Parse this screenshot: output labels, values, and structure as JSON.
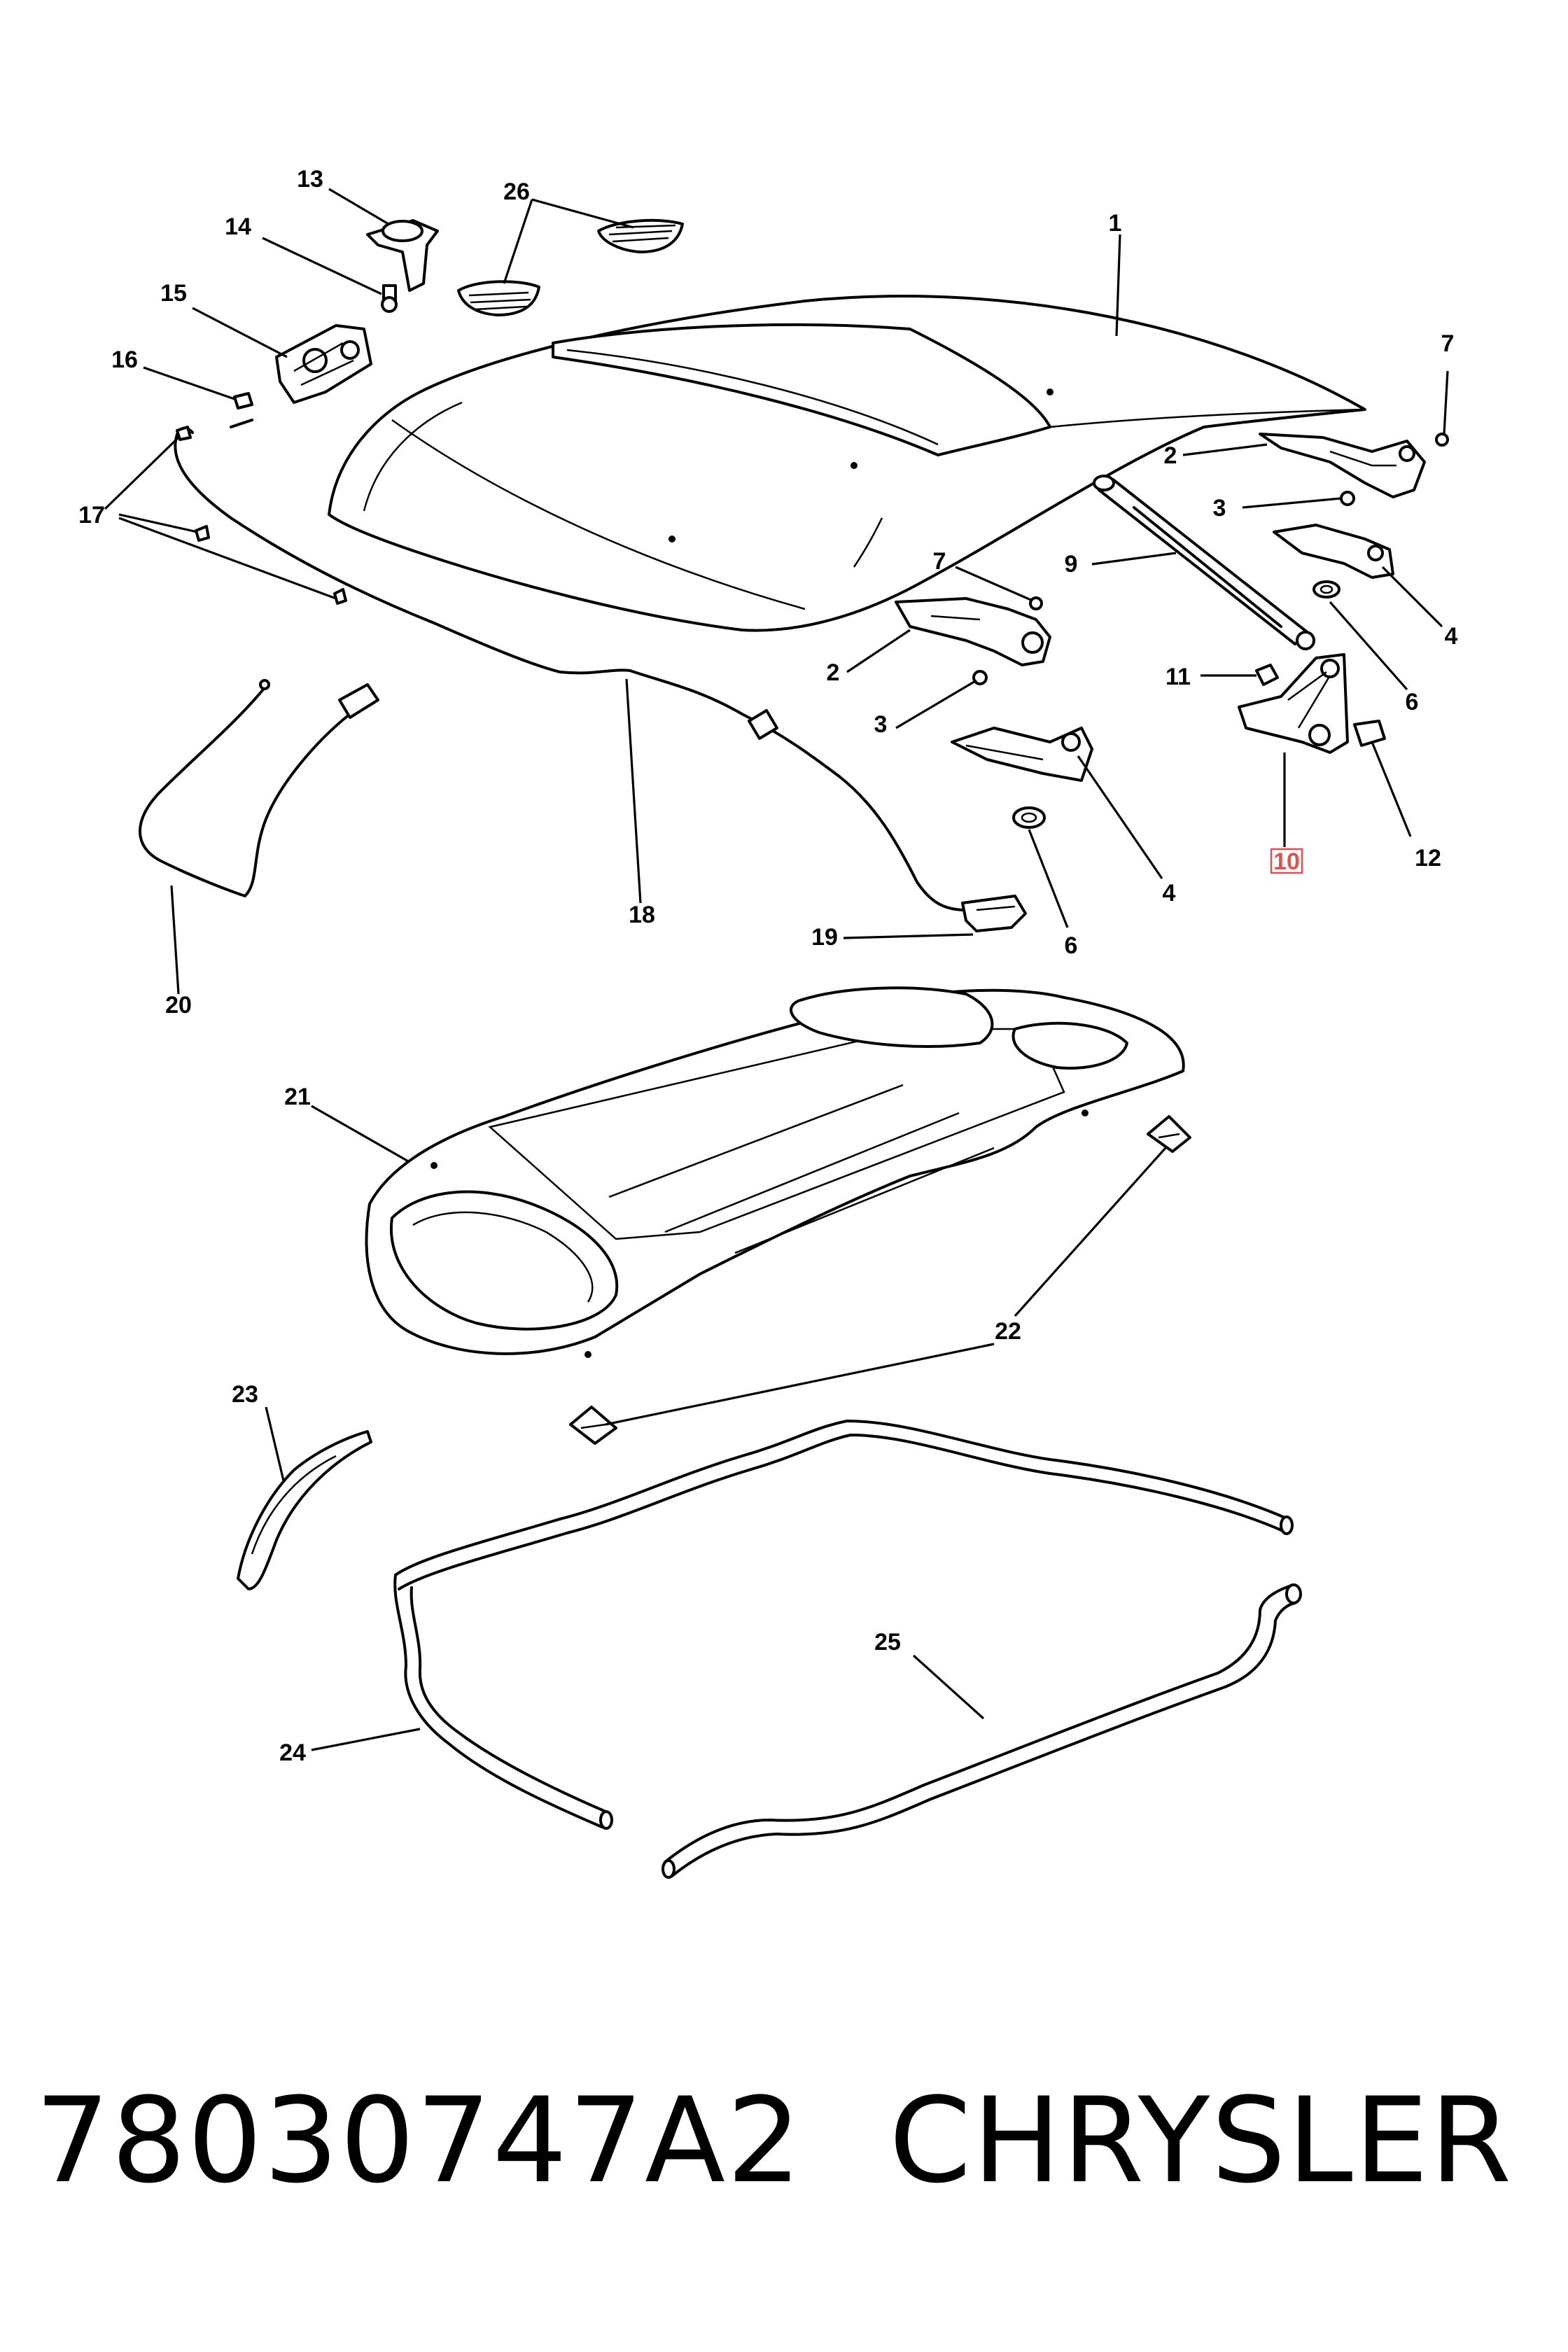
{
  "callouts": {
    "c1": "1",
    "c2a": "2",
    "c2b": "2",
    "c3a": "3",
    "c3b": "3",
    "c4a": "4",
    "c4b": "4",
    "c6a": "6",
    "c6b": "6",
    "c7a": "7",
    "c7b": "7",
    "c9": "9",
    "c10": "10",
    "c11": "11",
    "c12": "12",
    "c13": "13",
    "c14": "14",
    "c15": "15",
    "c16": "16",
    "c17": "17",
    "c18": "18",
    "c19": "19",
    "c20": "20",
    "c21": "21",
    "c22": "22",
    "c23": "23",
    "c24": "24",
    "c25": "25",
    "c26": "26"
  },
  "highlighted_callout": "10",
  "highlight_color": "#d9534f",
  "footer": {
    "part_number": "78030747A2",
    "make": "CHRYSLER"
  }
}
